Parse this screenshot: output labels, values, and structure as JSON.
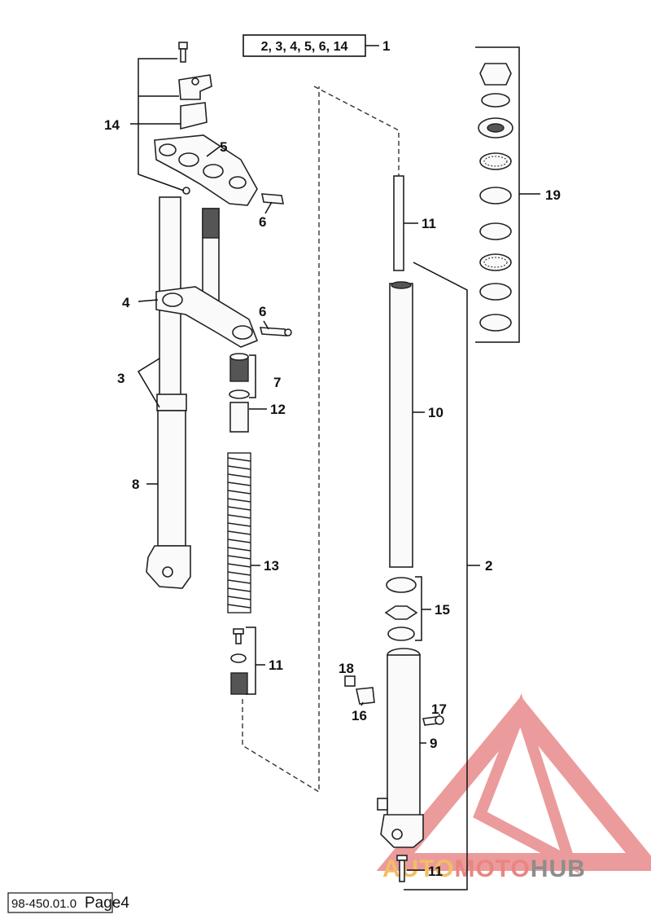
{
  "header_callout": {
    "items": "2, 3, 4, 5, 6, 14",
    "ref": "1"
  },
  "callouts": {
    "c14": "14",
    "c5": "5",
    "c6a": "6",
    "c4": "4",
    "c6b": "6",
    "c3": "3",
    "c7": "7",
    "c12": "12",
    "c8": "8",
    "c13": "13",
    "c11a": "11",
    "c11b": "11",
    "c10": "10",
    "c19": "19",
    "c2": "2",
    "c15": "15",
    "c18": "18",
    "c16": "16",
    "c17": "17",
    "c9": "9",
    "c11c": "11"
  },
  "footer": {
    "doc_code": "98-450.01.0",
    "page_label": "Page4"
  },
  "watermark": {
    "brand_a": "AUTO",
    "brand_b": "MOTO",
    "brand_c": "HUB",
    "colors": {
      "triangle": "#e88a8a",
      "gold": "#f0b34a",
      "red": "#e6706c",
      "grey": "#7a7a7a"
    }
  }
}
